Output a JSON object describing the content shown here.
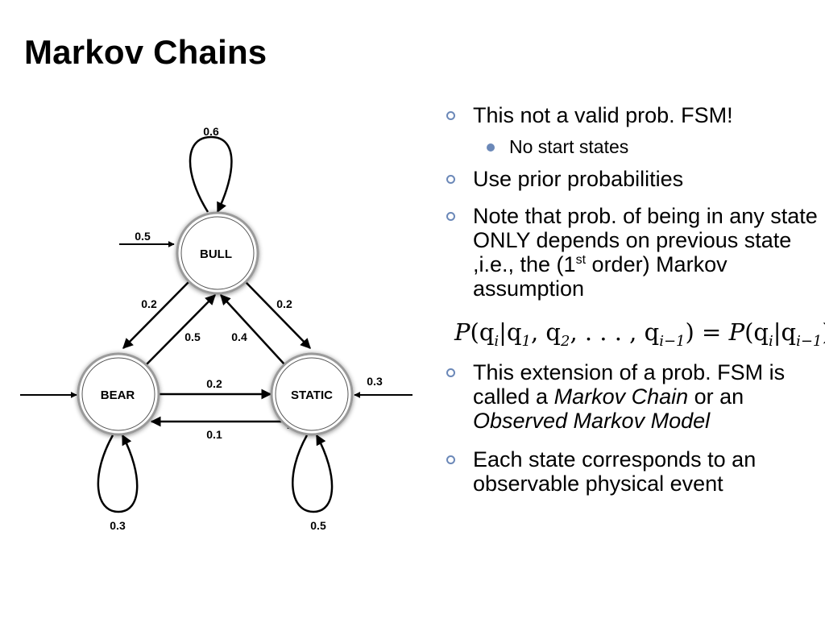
{
  "slide": {
    "title": "Markov Chains"
  },
  "diagram": {
    "states": {
      "bull": "BULL",
      "bear": "BEAR",
      "static": "STATIC"
    },
    "probabilities": {
      "bull_self": "0.6",
      "bear_self": "0.3",
      "static_self": "0.5",
      "bull_start": "0.5",
      "static_start": "0.3",
      "bull_to_bear": "0.2",
      "bull_to_static": "0.2",
      "bear_to_bull": "0.5",
      "static_to_bull": "0.4",
      "bear_to_static": "0.2",
      "static_to_bear": "0.1"
    }
  },
  "bullets": {
    "b1": "This not a valid prob. FSM!",
    "b1_sub": "No start states",
    "b2": "Use prior probabilities",
    "b3_part1": "Note that prob. of being in any state ONLY depends on previous state ,i.e., the (1",
    "b3_sup": "st",
    "b3_part2": "order) Markov assumption",
    "formula": {
      "lhs_func": "P",
      "lhs_args_start": "(q",
      "lhs_sub_i": "i",
      "lhs_bar": "|q",
      "lhs_sub_1": "1",
      "lhs_comma1": ", q",
      "lhs_sub_2": "2",
      "lhs_ellipsis": ", . . . , q",
      "lhs_sub_im1": "i−1",
      "lhs_close": ")",
      "equals": " = ",
      "rhs_func": "P",
      "rhs_args_start": "(q",
      "rhs_sub_i": "i",
      "rhs_bar": "|q",
      "rhs_sub_im1": "i−1",
      "rhs_close": ")"
    },
    "b4_part1": "This extension of a prob. FSM is called a ",
    "b4_em1": "Markov Chain",
    "b4_mid": " or an ",
    "b4_em2": "Observed Markov Model",
    "b5": "Each state corresponds to an observable physical event"
  },
  "colors": {
    "bullet_marker": "#6b88b8",
    "node_ring": "#9a9a9a"
  }
}
